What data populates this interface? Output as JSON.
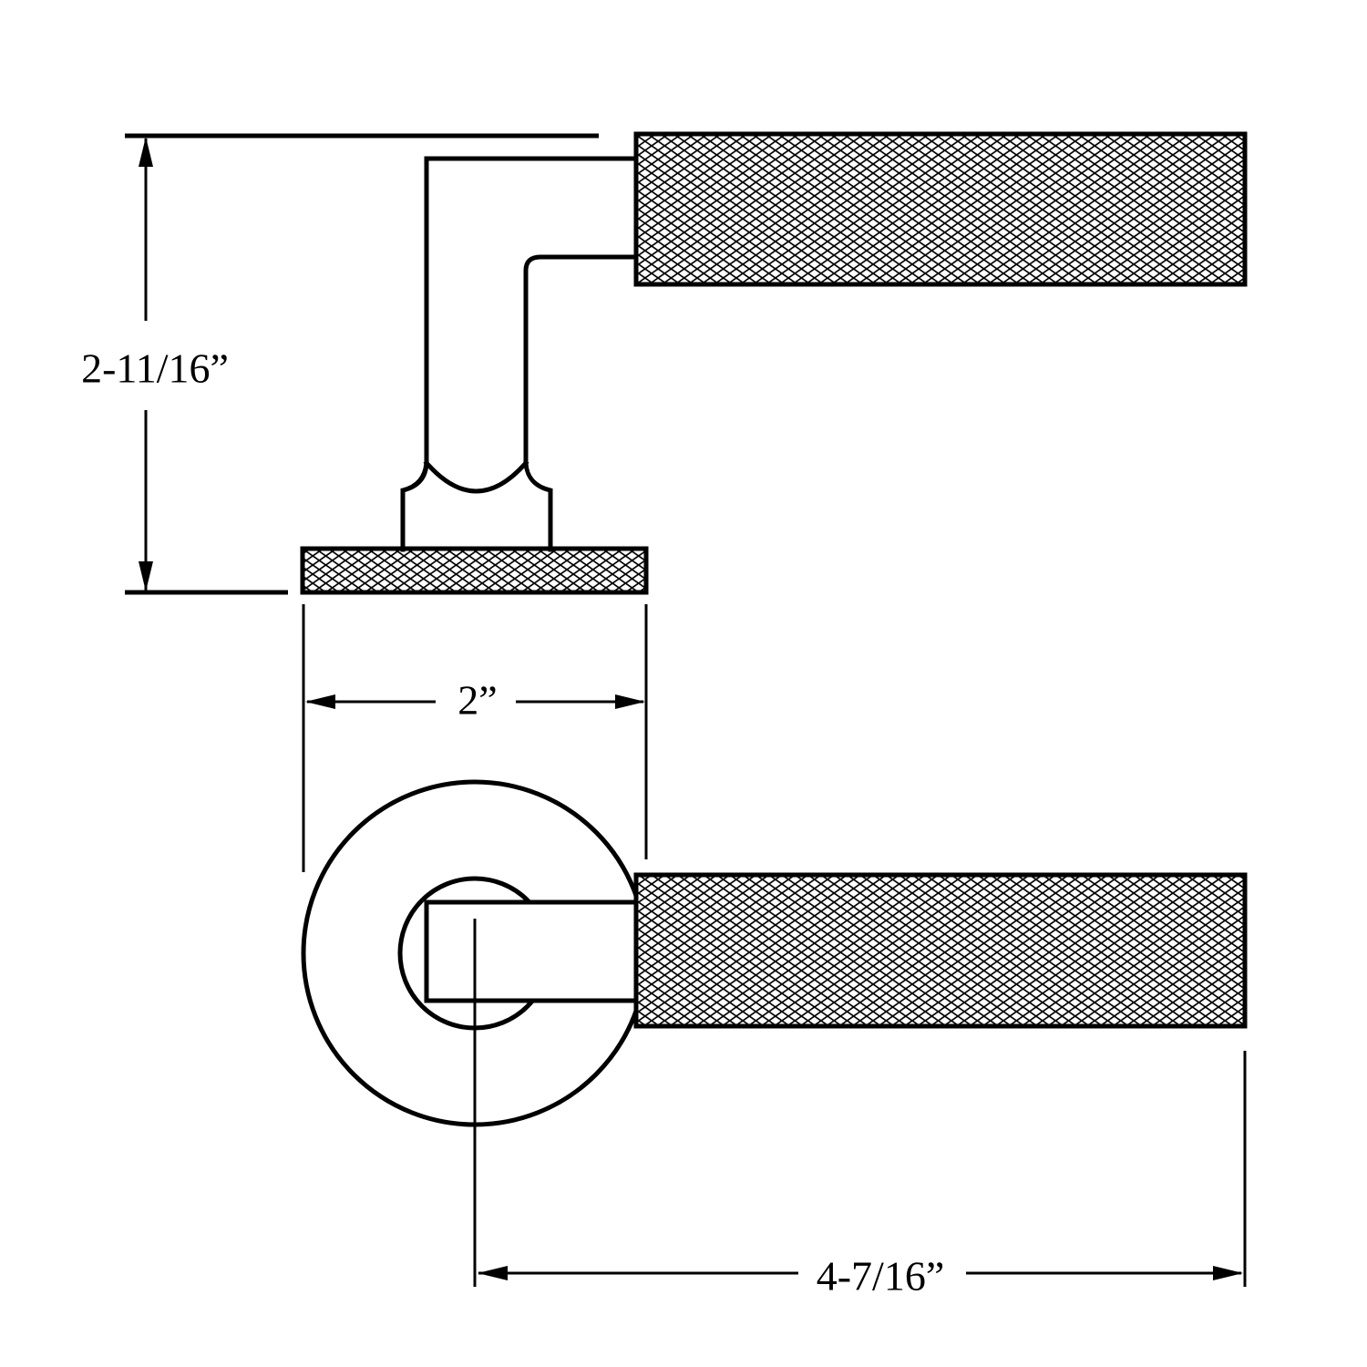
{
  "drawing": {
    "background": "#ffffff",
    "line_color": "#000000",
    "dimensions": {
      "height": "2-11/16”",
      "rose_diameter": "2”",
      "lever_length": "4-7/16”"
    }
  }
}
